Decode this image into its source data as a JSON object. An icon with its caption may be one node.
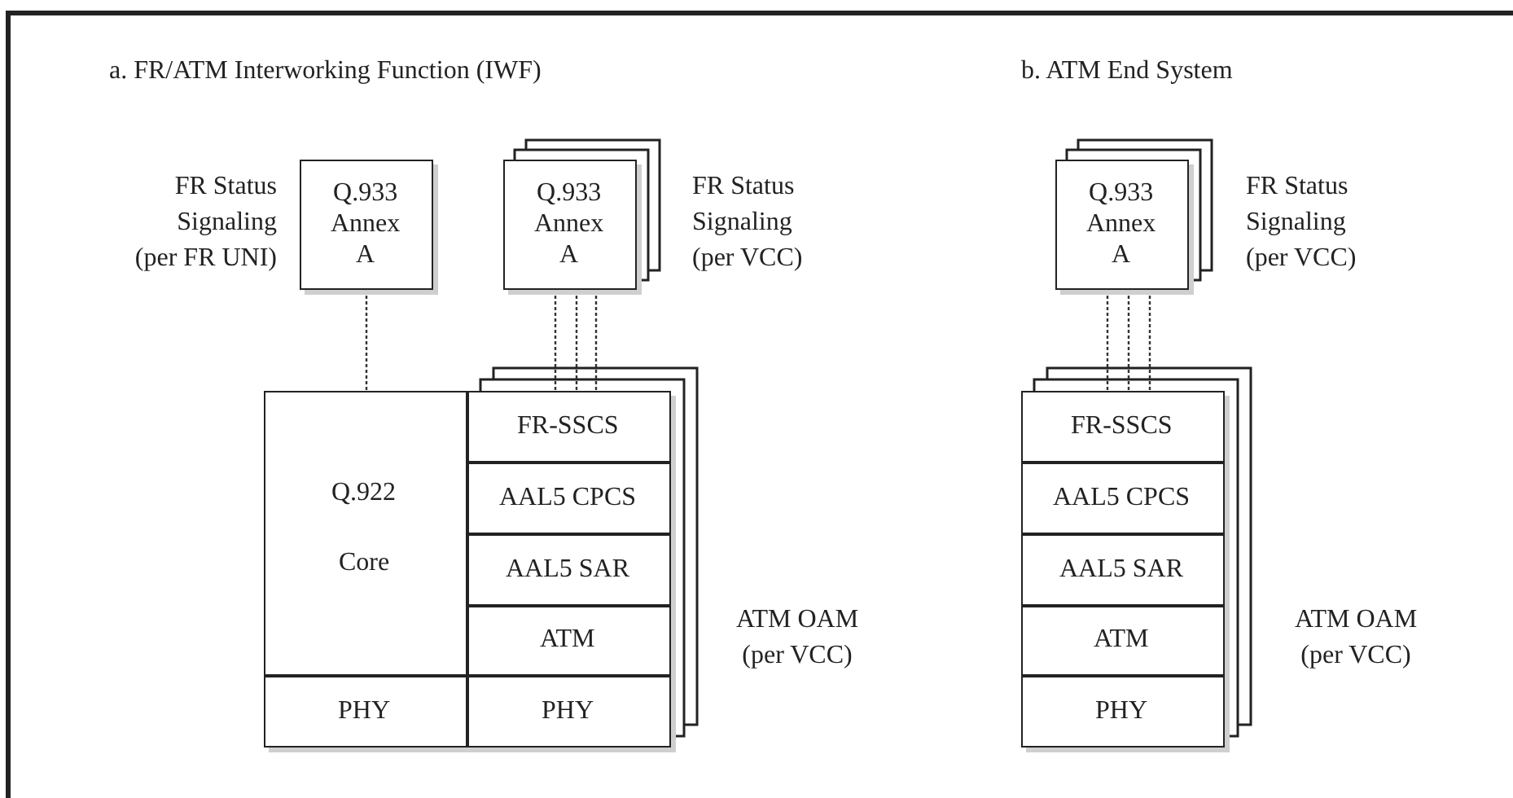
{
  "diagram": {
    "nodes": [
      {
        "text": [
          "Q.933 Annex A"
        ],
        "beside": [
          "FR Status Signaling (per FR UNI)"
        ]
      },
      {
        "text": [
          "Q.933 Annex A"
        ],
        "beside": [
          "FR Status Signaling (per VCC)"
        ]
      },
      {
        "text": [
          "Q.933 Annex A"
        ],
        "beside": [
          "FR Status Signaling (per VCC)"
        ]
      },
      {
        "text": [],
        "shape": "box",
        "beside": [
          "ATM OAM (per VCC)"
        ]
      },
      {
        "text": [
          "Q.922",
          "Core"
        ],
        "in": 3
      },
      {
        "text": [
          "PHY"
        ],
        "in": 3
      },
      {
        "text": [
          "FR-SSCS"
        ],
        "in": 3
      },
      {
        "text": [
          "AAL5 CPCS"
        ],
        "in": 3
      },
      {
        "text": [
          "AAL5 SAR"
        ],
        "in": 3
      },
      {
        "text": [
          "ATM"
        ],
        "in": 3
      },
      {
        "text": [
          "PHY"
        ],
        "in": 3
      },
      {
        "text": [],
        "shape": "box",
        "beside": [
          "ATM OAM (per VCC)"
        ]
      },
      {
        "text": [
          "FR-SSCS"
        ],
        "in": 11
      },
      {
        "text": [
          "AAL5 CPCS"
        ],
        "in": 11
      },
      {
        "text": [
          "AAL5 SAR"
        ],
        "in": 11
      },
      {
        "text": [
          "ATM"
        ],
        "in": 11
      },
      {
        "text": [
          "PHY"
        ],
        "in": 11
      }
    ],
    "edges": [
      {
        "from": 0,
        "to": 4,
        "arrow": "none",
        "style": "dashed"
      },
      {
        "from": 1,
        "to": 6,
        "arrow": "none",
        "style": "dashed"
      },
      {
        "from": 1,
        "to": 6,
        "arrow": "none",
        "style": "dashed"
      },
      {
        "from": 1,
        "to": 6,
        "arrow": "none",
        "style": "dashed"
      },
      {
        "from": 2,
        "to": 12,
        "arrow": "none",
        "style": "dashed"
      },
      {
        "from": 2,
        "to": 12,
        "arrow": "none",
        "style": "dashed"
      },
      {
        "from": 2,
        "to": 12,
        "arrow": "none",
        "style": "dashed"
      }
    ],
    "labels": [
      "a. FR/ATM Interworking Function (IWF)",
      "b. ATM End System"
    ]
  }
}
